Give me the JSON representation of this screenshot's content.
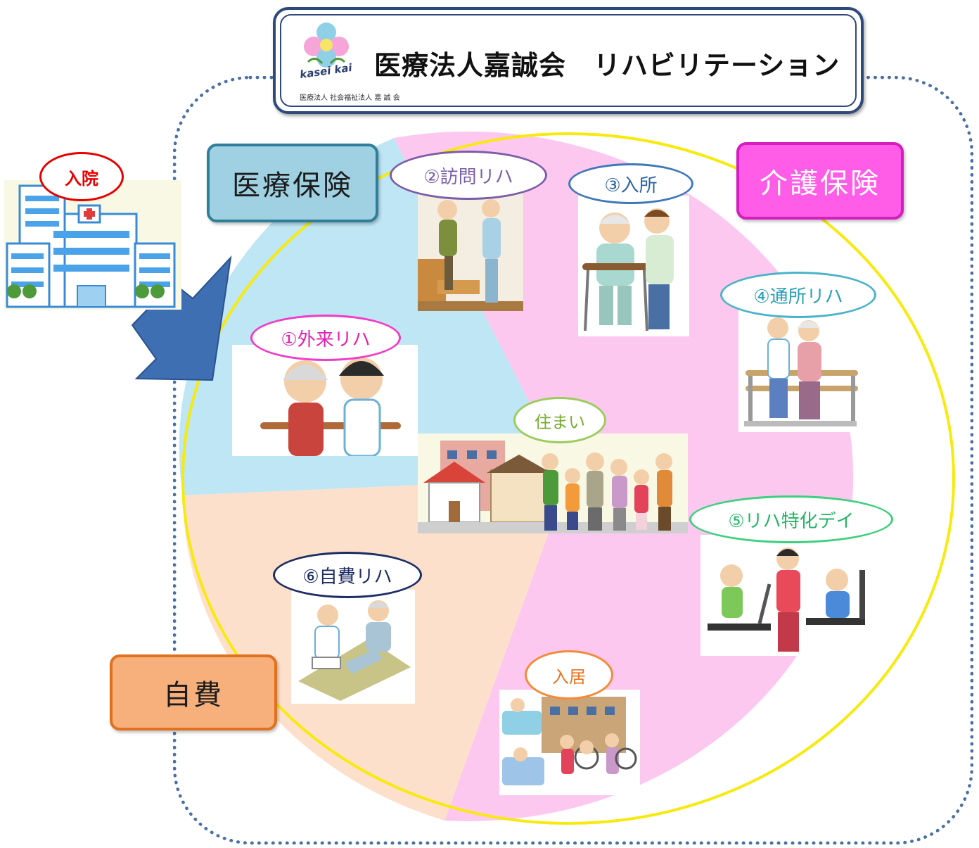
{
  "header": {
    "title": "医療法人嘉誠会　リハビリテーション",
    "logo_brand": "kasei kai",
    "logo_subtitle": "医療法人 社会福祉法人 嘉 誠 会"
  },
  "categories": {
    "medical_insurance": "医療保険",
    "care_insurance": "介護保険",
    "self_pay": "自費"
  },
  "hospital_label": "入院",
  "services": {
    "outpatient": "①外来リハ",
    "visiting": "②訪問リハ",
    "admission": "③入所",
    "day_care": "④通所リハ",
    "specialized_day": "⑤リハ特化デイ",
    "self_pay": "⑥自費リハ"
  },
  "housing": {
    "home": "住まい",
    "residence": "入居"
  },
  "colors": {
    "medical": "#bfe6f4",
    "care": "#fdc8ef",
    "self_pay": "#fde0cc",
    "circle_border": "#f7ea10",
    "arrow": "#3f6fb3"
  }
}
